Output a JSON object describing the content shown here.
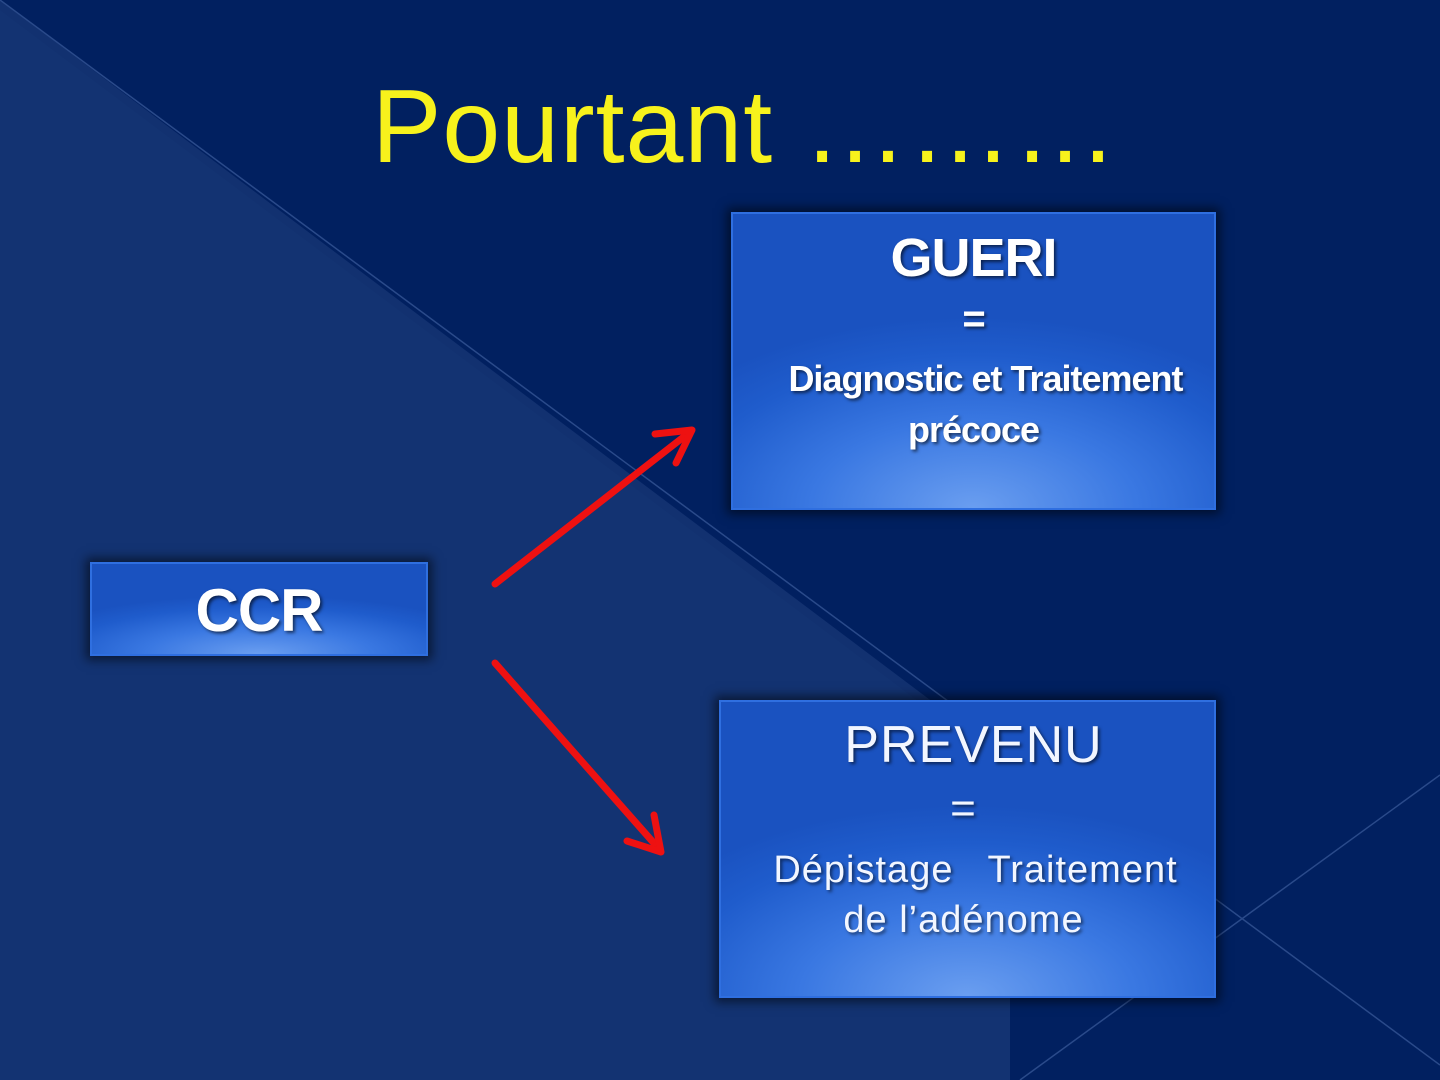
{
  "slide": {
    "title": "Pourtant ………",
    "background_color": "#012060",
    "title_color": "#f7f21c",
    "arrow_color": "#ee1111"
  },
  "ccr_box": {
    "label": "CCR"
  },
  "gueri_box": {
    "title": "GUERI",
    "equals": "=",
    "line1": "Diagnostic et Traitement",
    "line2": "précoce"
  },
  "prevenu_box": {
    "title": "PREVENU",
    "equals": "=",
    "line1": "Dépistage   Traitement",
    "line2": "de l’adénome"
  }
}
